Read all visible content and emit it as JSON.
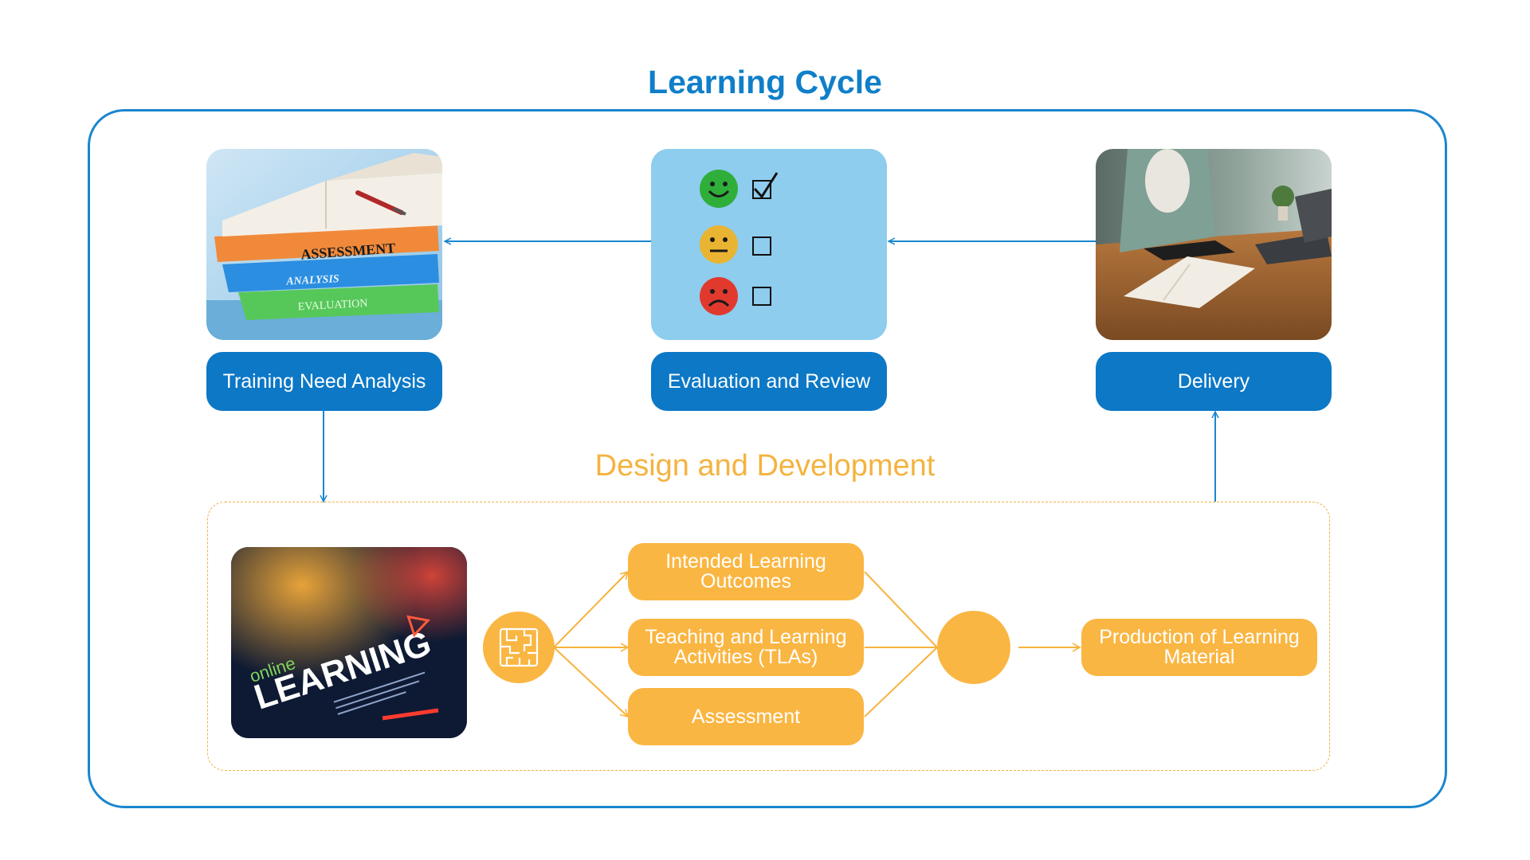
{
  "title": "Learning Cycle",
  "stages": {
    "tna": {
      "label": "Training Need Analysis",
      "book_labels": [
        "ASSESSMENT",
        "ANALYSIS",
        "EVALUATION"
      ]
    },
    "evaluation": {
      "label": "Evaluation and Review"
    },
    "delivery": {
      "label": "Delivery"
    }
  },
  "design": {
    "title": "Design and Development",
    "photo_text": {
      "small": "online",
      "big": "LEARNING"
    },
    "items": [
      "Intended Learning Outcomes",
      "Teaching and Learning Activities (TLAs)",
      "Assessment"
    ],
    "output": "Production of Learning Material"
  },
  "colors": {
    "blue": "#0c78c6",
    "orange": "#fab642",
    "orange_dashed": "#f2b046"
  },
  "icons": [
    "books-icon",
    "smiley-checklist-icon",
    "laptop-study-icon",
    "online-learning-icon",
    "maze-icon"
  ]
}
